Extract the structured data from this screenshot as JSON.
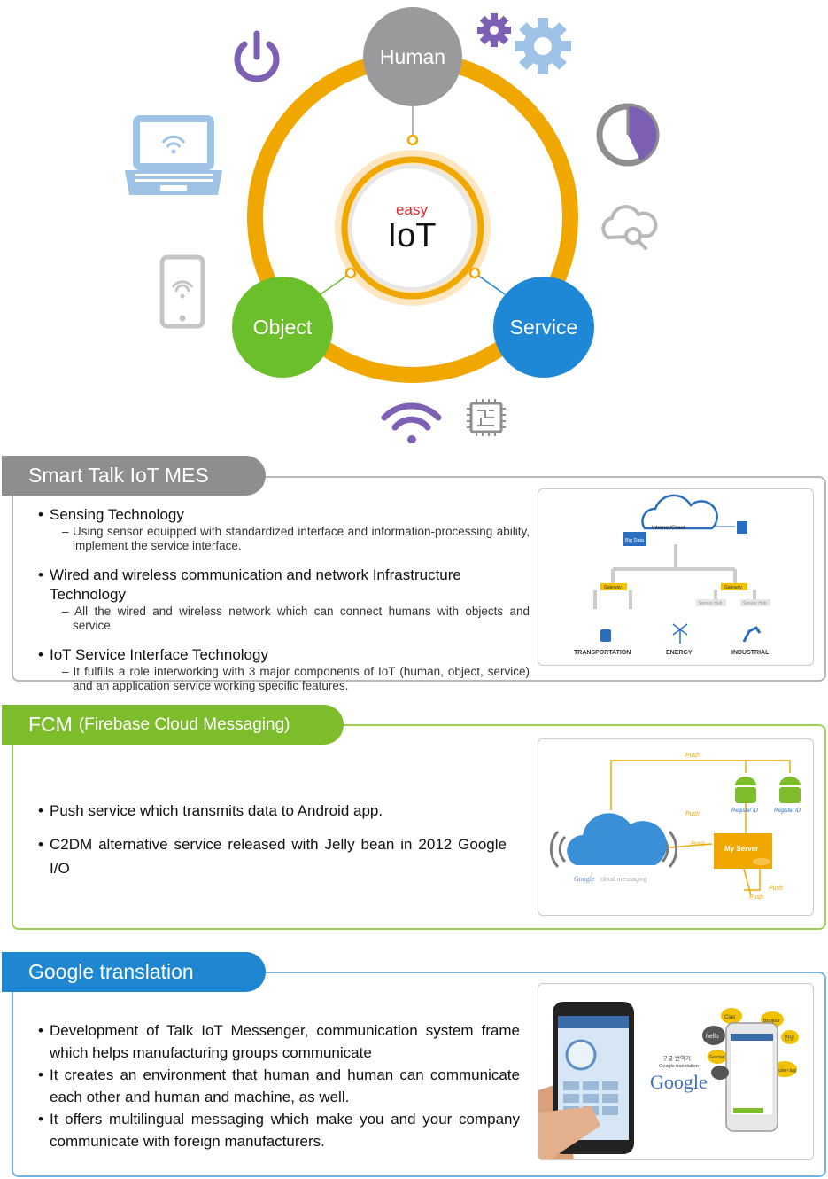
{
  "diagram": {
    "human": "Human",
    "object": "Object",
    "service": "Service",
    "center_easy": "easy",
    "center_iot": "IoT"
  },
  "sections": {
    "mes": {
      "title": "Smart Talk IoT MES",
      "items": [
        {
          "title": "Sensing Technology",
          "desc": "Using sensor equipped with standardized interface and information-processing ability, implement the service interface."
        },
        {
          "title": "Wired and wireless communication and network Infrastructure Technology",
          "desc": "All the wired and wireless network which can connect humans with objects and service."
        },
        {
          "title": "IoT Service Interface Technology",
          "desc": "It fulfills a role interworking with 3 major components of IoT (human, object, service) and an application service working specific features."
        }
      ],
      "figure": {
        "cloud_label": "Internet/Cloud",
        "big_data": "Big Data",
        "gateway": "Gateway",
        "sensor_hub": "Sensor Hub",
        "transportation": "TRANSPORTATION",
        "energy": "ENERGY",
        "industrial": "INDUSTRIAL"
      }
    },
    "fcm": {
      "title_main": "FCM",
      "title_sub": "(Firebase Cloud Messaging)",
      "items": [
        "Push service which transmits data to Android app.",
        "C2DM alternative service released with Jelly bean in 2012 Google I/O"
      ],
      "figure": {
        "push": "Push",
        "register_id": "Register ID",
        "my_server": "My Server",
        "gcm_brand": "Google",
        "gcm_label": "cloud messaging"
      }
    },
    "gt": {
      "title": "Google translation",
      "items": [
        "Development of Talk IoT Messenger, communication system frame which helps manufacturing groups communicate",
        "It creates an environment that human and human can communicate each other and human and machine, as well.",
        "It offers multilingual messaging which make you and your company communicate with foreign manufacturers."
      ],
      "figure": {
        "korean_label": "구글 번역기",
        "google_translation": "Google translation",
        "brand": "Google",
        "bubbles": [
          "Ciao",
          "Bonjour",
          "hello",
          "Gracias",
          "안녕",
          "Guten tag"
        ]
      }
    }
  },
  "colors": {
    "orange_ring": "#f0a800",
    "human": "#9a9a9c",
    "object": "#6abf2a",
    "service": "#1e88d6",
    "purple_icon": "#7d5fb3",
    "light_blue_icon": "#9ec3e6",
    "grey_icon": "#b9b9bb"
  }
}
